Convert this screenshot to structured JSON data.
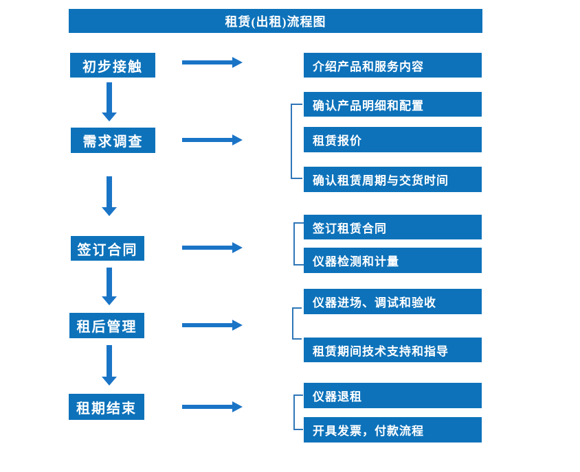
{
  "title": "租赁(出租)流程图",
  "colors": {
    "box_blue": "#0d72ba",
    "arrow_blue": "#1a74c6",
    "bracket_blue": "#2e75b6",
    "text_white": "#ffffff"
  },
  "stages": [
    {
      "label": "初步接触",
      "details": [
        "介绍产品和服务内容"
      ]
    },
    {
      "label": "需求调查",
      "details": [
        "确认产品明细和配置",
        "租赁报价",
        "确认租赁周期与交货时间"
      ]
    },
    {
      "label": "签订合同",
      "details": [
        "签订租赁合同",
        "仪器检测和计量"
      ]
    },
    {
      "label": "租后管理",
      "details": [
        "仪器进场、调试和验收",
        "租赁期间技术支持和指导"
      ]
    },
    {
      "label": "租期结束",
      "details": [
        "仪器退租",
        "开具发票，付款流程"
      ]
    }
  ]
}
